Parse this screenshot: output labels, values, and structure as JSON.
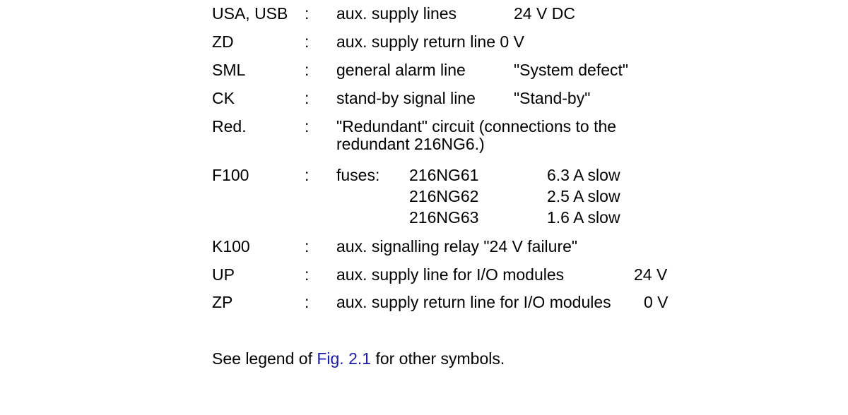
{
  "entries": [
    {
      "symbol": "USA, USB",
      "desc": "aux. supply lines",
      "value": "24 V DC"
    },
    {
      "symbol": "ZD",
      "desc": "aux. supply return line 0 V"
    },
    {
      "symbol": "SML",
      "desc": "general alarm line",
      "value": "\"System defect\""
    },
    {
      "symbol": "CK",
      "desc": "stand-by signal line",
      "value": "\"Stand-by\""
    },
    {
      "symbol": "Red.",
      "desc_lines": [
        "\"Redundant\" circuit (connections to the",
        "redundant 216NG6.)"
      ]
    },
    {
      "symbol": "F100",
      "label": "fuses:",
      "fuses": [
        {
          "model": "216NG61",
          "rating": "6.3 A slow"
        },
        {
          "model": "216NG62",
          "rating": "2.5 A slow"
        },
        {
          "model": "216NG63",
          "rating": "1.6 A slow"
        }
      ]
    },
    {
      "symbol": "K100",
      "desc": "aux. signalling relay \"24 V failure\""
    },
    {
      "symbol": "UP",
      "desc": "aux. supply line for I/O modules",
      "value": "24 V"
    },
    {
      "symbol": "ZP",
      "desc": "aux. supply return line for I/O modules",
      "value": "0 V"
    }
  ],
  "colon": ":",
  "footer": {
    "prefix": "See legend of ",
    "link": "Fig. 2.1",
    "suffix": " for other symbols."
  },
  "colors": {
    "text": "#000000",
    "link": "#1a1aa6"
  }
}
